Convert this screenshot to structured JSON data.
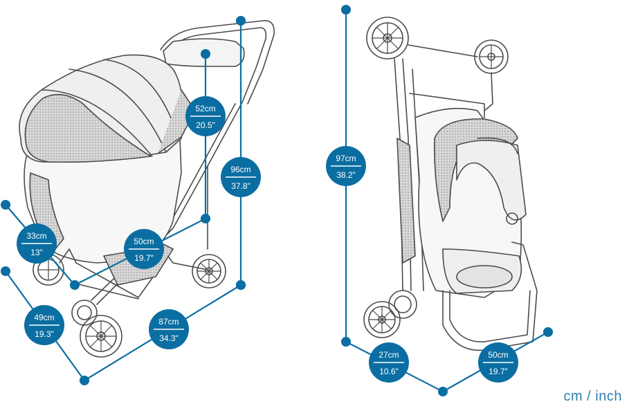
{
  "colors": {
    "accent": "#0b6ea2",
    "line": "#4a4a4a",
    "canopy": "#9a9a9a"
  },
  "unit_note": "cm / inch",
  "dimensions": [
    {
      "id": "handle-height",
      "cm": "52cm",
      "inch": "20.5\""
    },
    {
      "id": "total-height",
      "cm": "96cm",
      "inch": "37.8\""
    },
    {
      "id": "carrier-width",
      "cm": "33cm",
      "inch": "13\""
    },
    {
      "id": "carrier-length",
      "cm": "50cm",
      "inch": "19.7\""
    },
    {
      "id": "base-width",
      "cm": "49cm",
      "inch": "19.3\""
    },
    {
      "id": "base-length",
      "cm": "87cm",
      "inch": "34.3\""
    },
    {
      "id": "folded-height",
      "cm": "97cm",
      "inch": "38.2\""
    },
    {
      "id": "folded-depth",
      "cm": "27cm",
      "inch": "10.6\""
    },
    {
      "id": "folded-width",
      "cm": "50cm",
      "inch": "19.7\""
    }
  ]
}
